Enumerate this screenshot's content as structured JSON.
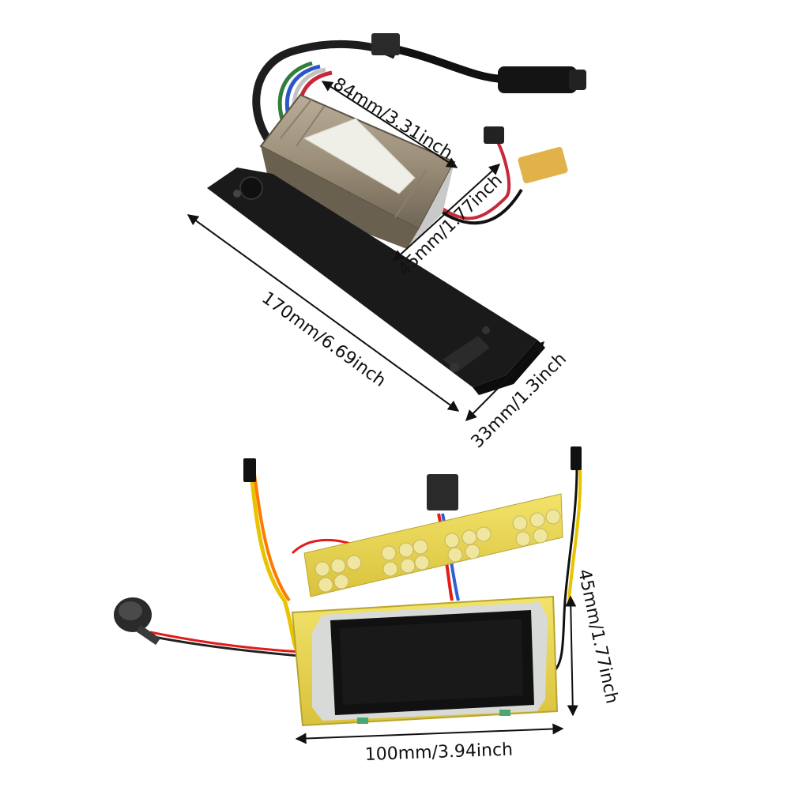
{
  "dimensions": {
    "controller_length": "84mm/3.31inch",
    "controller_width": "45mm/1.77inch",
    "bracket_length": "170mm/6.69inch",
    "bracket_width": "33mm/1.3inch",
    "display_height": "45mm/1.77inch",
    "display_width": "100mm/3.94inch"
  }
}
